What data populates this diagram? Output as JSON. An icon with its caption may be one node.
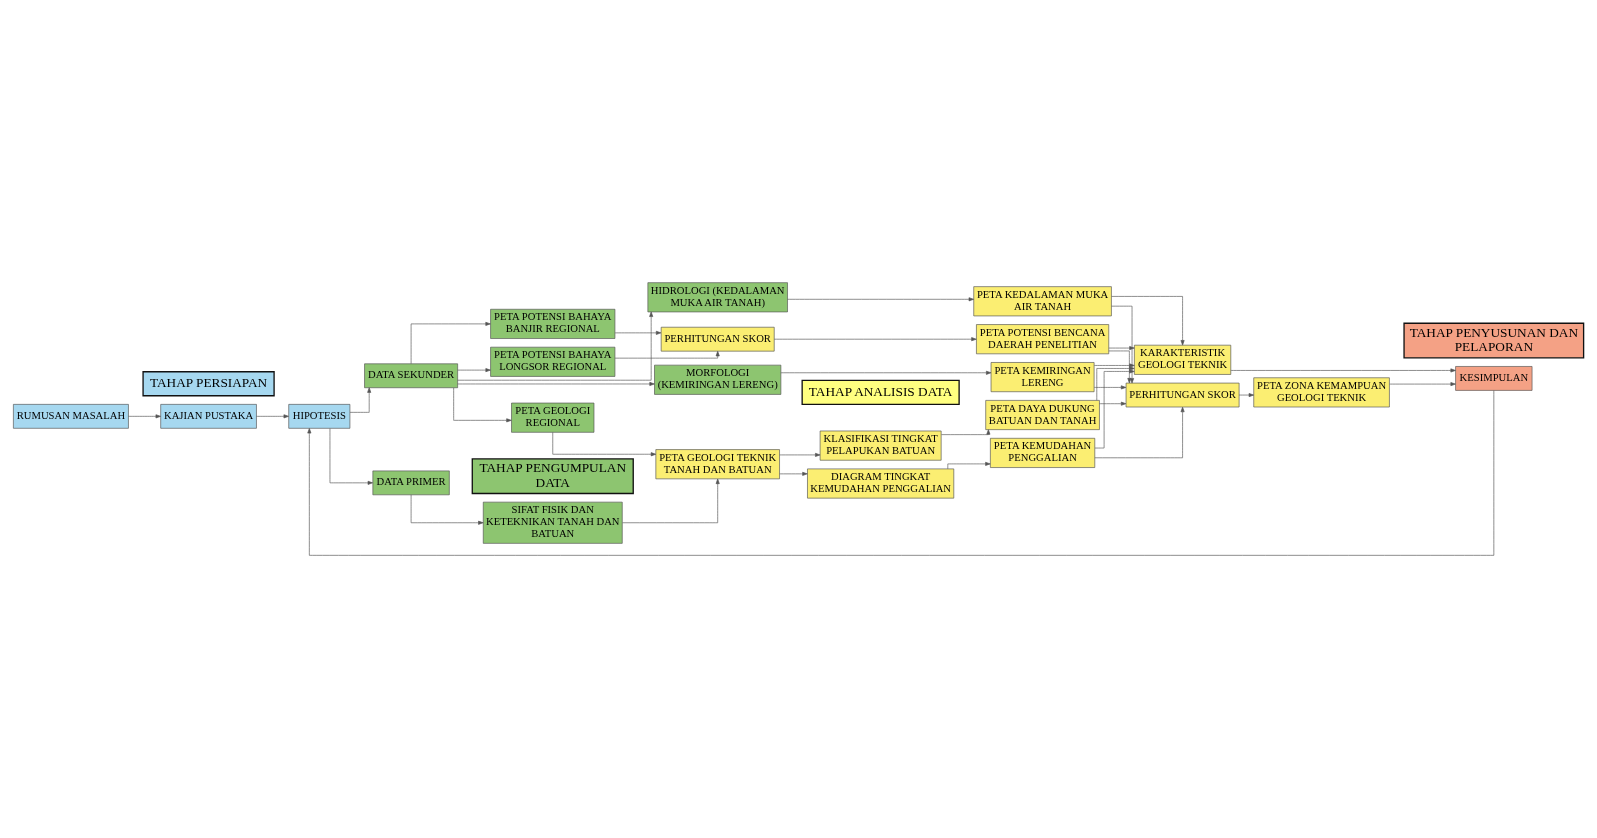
{
  "diagram": {
    "nodes": [
      {
        "text": [
          "TAHAP PERSIAPAN"
        ]
      },
      {
        "text": [
          "TAHAP PENGUMPULAN DATA"
        ]
      },
      {
        "text": [
          "TAHAP ANALISIS DATA"
        ]
      },
      {
        "text": [
          "TAHAP PENYUSUNAN DAN PELAPORAN"
        ]
      },
      {
        "text": [
          "RUMUSAN MASALAH"
        ]
      },
      {
        "text": [
          "KAJIAN PUSTAKA"
        ]
      },
      {
        "text": [
          "HIPOTESIS"
        ]
      },
      {
        "text": [
          "DATA PRIMER"
        ]
      },
      {
        "text": [
          "DATA SEKUNDER"
        ]
      },
      {
        "text": [
          "SIFAT FISIK DAN KETEKNIKAN TANAH DAN BATUAN"
        ]
      },
      {
        "text": [
          "PETA GEOLOGI REGIONAL"
        ]
      },
      {
        "text": [
          "MORFOLOGI (KEMIRINGAN LERENG)"
        ]
      },
      {
        "text": [
          "HIDROLOGI (KEDALAMAN MUKA AIR TANAH)"
        ]
      },
      {
        "text": [
          "PETA POTENSI BAHAYA LONGSOR REGIONAL"
        ]
      },
      {
        "text": [
          "PETA POTENSI BAHAYA BANJIR REGIONAL"
        ]
      },
      {
        "text": [
          "PETA GEOLOGI TEKNIK TANAH DAN BATUAN"
        ]
      },
      {
        "text": [
          "KLASIFIKASI TINGKAT PELAPUKAN BATUAN"
        ]
      },
      {
        "text": [
          "PETA DAYA DUKUNG BATUAN DAN TANAH"
        ]
      },
      {
        "text": [
          "DIAGRAM TINGKAT KEMUDAHAN PENGGALIAN"
        ]
      },
      {
        "text": [
          "PETA KEMUDAHAN PENGGALIAN"
        ]
      },
      {
        "text": [
          "PETA KEMIRINGAN LERENG"
        ]
      },
      {
        "text": [
          "PETA KEDALAMAN MUKA AIR TANAH"
        ]
      },
      {
        "text": [
          "PERHITUNGAN SKOR"
        ]
      },
      {
        "text": [
          "PETA POTENSI BENCANA DAERAH PENELITIAN"
        ]
      },
      {
        "text": [
          "KARAKTERISTIK GEOLOGI TEKNIK"
        ]
      },
      {
        "text": [
          "PERHITUNGAN SKOR"
        ]
      },
      {
        "text": [
          "PETA ZONA KEMAMPUAN GEOLOGI TEKNIK"
        ]
      },
      {
        "text": [
          "KESIMPULAN"
        ]
      }
    ],
    "edges": [
      {
        "from": 4,
        "to": 5,
        "arrow": "to"
      },
      {
        "from": 5,
        "to": 6,
        "arrow": "to"
      },
      {
        "from": 6,
        "to": 7,
        "arrow": "to"
      },
      {
        "from": 6,
        "to": 8,
        "arrow": "to"
      },
      {
        "from": 7,
        "to": 9,
        "arrow": "to"
      },
      {
        "from": 8,
        "to": 10,
        "arrow": "to"
      },
      {
        "from": 8,
        "to": 11,
        "arrow": "to"
      },
      {
        "from": 8,
        "to": 12,
        "arrow": "to"
      },
      {
        "from": 8,
        "to": 13,
        "arrow": "to"
      },
      {
        "from": 8,
        "to": 14,
        "arrow": "to"
      },
      {
        "from": 9,
        "to": 15,
        "arrow": "to"
      },
      {
        "from": 10,
        "to": 15,
        "arrow": "to"
      },
      {
        "from": 15,
        "to": 16,
        "arrow": "to"
      },
      {
        "from": 15,
        "to": 18,
        "arrow": "to"
      },
      {
        "from": 16,
        "to": 17,
        "arrow": "to"
      },
      {
        "from": 18,
        "to": 19,
        "arrow": "to"
      },
      {
        "from": 11,
        "to": 20,
        "arrow": "to"
      },
      {
        "from": 12,
        "to": 21,
        "arrow": "to"
      },
      {
        "from": 13,
        "to": 22,
        "arrow": "to"
      },
      {
        "from": 14,
        "to": 22,
        "arrow": "to"
      },
      {
        "from": 22,
        "to": 23,
        "arrow": "to"
      },
      {
        "from": 17,
        "to": 24,
        "arrow": "to"
      },
      {
        "from": 19,
        "to": 24,
        "arrow": "to"
      },
      {
        "from": 20,
        "to": 24,
        "arrow": "to"
      },
      {
        "from": 21,
        "to": 24,
        "arrow": "to"
      },
      {
        "from": 23,
        "to": 24,
        "arrow": "to"
      },
      {
        "from": 17,
        "to": 25,
        "arrow": "to"
      },
      {
        "from": 19,
        "to": 25,
        "arrow": "to"
      },
      {
        "from": 20,
        "to": 25,
        "arrow": "to"
      },
      {
        "from": 21,
        "to": 25,
        "arrow": "to"
      },
      {
        "from": 23,
        "to": 25,
        "arrow": "to"
      },
      {
        "from": 25,
        "to": 26,
        "arrow": "to"
      },
      {
        "from": 24,
        "to": 27,
        "arrow": "to"
      },
      {
        "from": 26,
        "to": 27,
        "arrow": "to"
      },
      {
        "from": 27,
        "to": 6,
        "arrow": "to"
      }
    ]
  }
}
